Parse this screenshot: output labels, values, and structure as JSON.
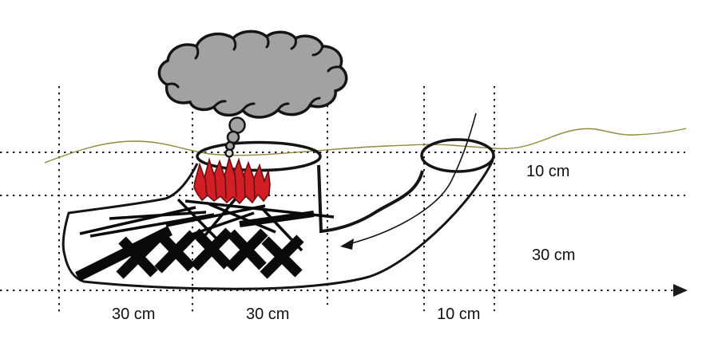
{
  "labels": {
    "depth_top": "10 cm",
    "depth_bottom": "30 cm",
    "width_pit_1": "30 cm",
    "width_pit_2": "30 cm",
    "width_intake": "10 cm"
  },
  "colors": {
    "outline": "#141414",
    "smoke_fill": "#a2a2a2",
    "smoke_puff_small_fill": "#d8d8d8",
    "flame_fill": "#d21f26",
    "flame_stroke": "#6d0d10",
    "wood": "#0a0a0a",
    "ground_line": "#8f8a3d",
    "dotted_line": "#1a1a1a",
    "background": "#ffffff",
    "label_text": "#111111"
  }
}
